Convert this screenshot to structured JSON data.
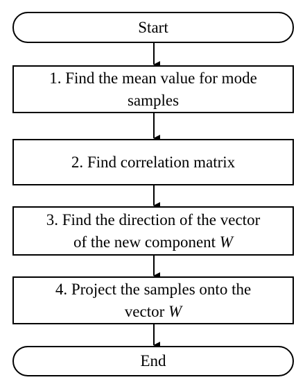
{
  "flowchart": {
    "start": {
      "label": "Start"
    },
    "steps": [
      {
        "label": "1. Find the mean value for mode\nsamples"
      },
      {
        "label": "2. Find correlation matrix"
      },
      {
        "label_before": "3. Find the direction of the vector\nof the new component ",
        "variable": "W"
      },
      {
        "label_before": "4. Project the samples onto the\nvector ",
        "variable": "W"
      }
    ],
    "end": {
      "label": "End"
    }
  },
  "colors": {
    "stroke": "#000000",
    "fill": "#ffffff",
    "text": "#000000"
  }
}
